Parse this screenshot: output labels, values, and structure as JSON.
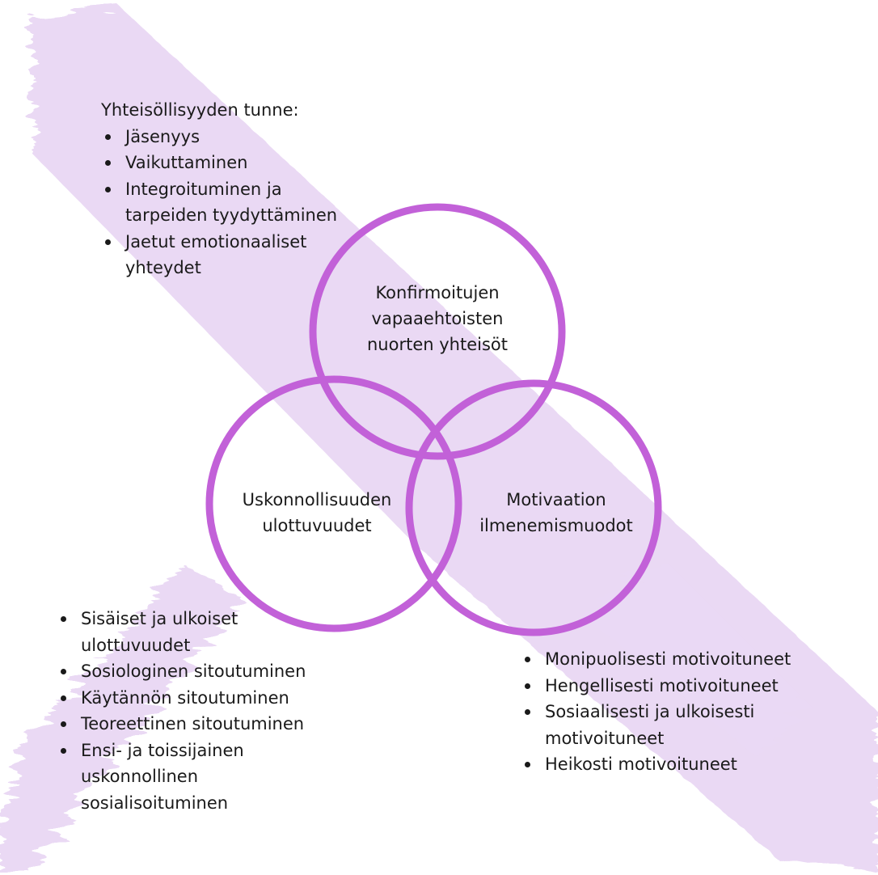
{
  "colors": {
    "circle": "#c261d8",
    "brush": "#e7d3f3",
    "text": "#1a1a1a"
  },
  "community": {
    "heading": "Yhteisöllisyyden tunne:",
    "items": [
      "Jäsenyys",
      "Vaikuttaminen",
      "Integroituminen ja tarpeiden tyydyttäminen",
      "Jaetut emotionaaliset yhteydet"
    ]
  },
  "circles": {
    "top": {
      "lines": [
        "Konfirmoitujen",
        "vapaaehtoisten",
        "nuorten yhteisöt"
      ]
    },
    "left": {
      "lines": [
        "Uskonnollisuuden",
        "ulottuvuudet"
      ]
    },
    "right": {
      "lines": [
        "Motivaation",
        "ilmenemismuodot"
      ]
    }
  },
  "religiosity": {
    "items": [
      "Sisäiset ja ulkoiset ulottuvuudet",
      "Sosiologinen sitoutuminen",
      "Käytännön sitoutuminen",
      "Teoreettinen sitoutuminen",
      "Ensi- ja toissijainen uskonnollinen sosialisoituminen"
    ]
  },
  "motivation": {
    "items": [
      "Monipuolisesti motivoituneet",
      "Hengellisesti motivoituneet",
      "Sosiaalisesti ja ulkoisesti motivoituneet",
      "Heikosti motivoituneet"
    ]
  }
}
